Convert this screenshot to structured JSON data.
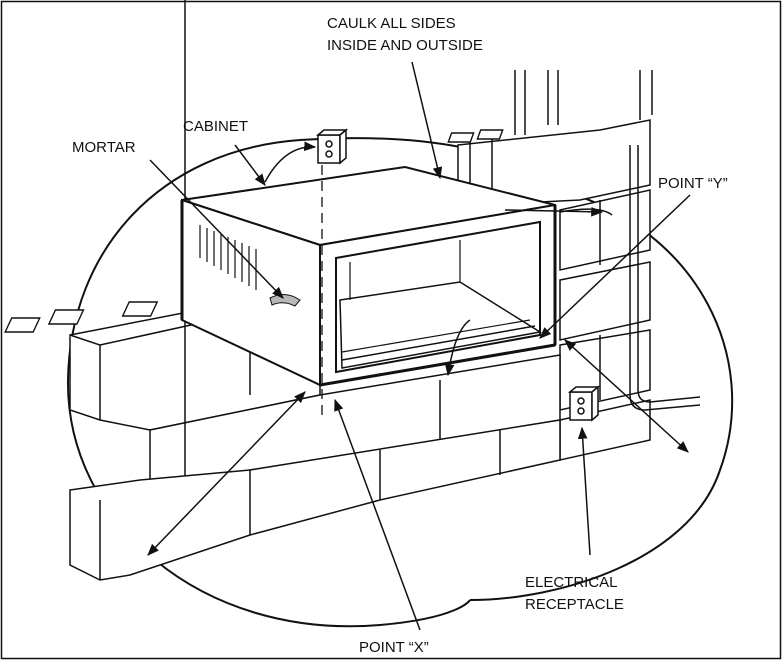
{
  "labels": {
    "caulk_line1": "CAULK ALL SIDES",
    "caulk_line2": "INSIDE AND OUTSIDE",
    "cabinet": "CABINET",
    "mortar": "MORTAR",
    "point_y": "POINT “Y”",
    "point_x": "POINT “X”",
    "electrical_line1": "ELECTRICAL",
    "electrical_line2": "RECEPTACLE"
  },
  "colors": {
    "ink": "#111111",
    "background": "#ffffff",
    "mortar_fill": "#b8b8b8"
  }
}
